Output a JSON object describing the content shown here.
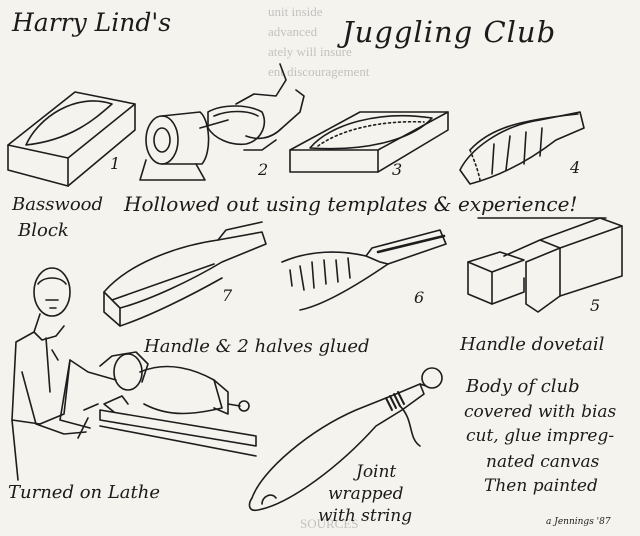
{
  "title": {
    "maker": "Harry Lind's",
    "subject": "Juggling Club"
  },
  "steps": {
    "s1": {
      "number": "1",
      "caption_line1": "Basswood",
      "caption_line2": "Block"
    },
    "s2": {
      "number": "2"
    },
    "s3": {
      "number": "3"
    },
    "s4": {
      "number": "4"
    },
    "hollowed": {
      "prefix": "Hollowed out using templates & ",
      "emphasis": "experience",
      "suffix": "!"
    },
    "s5": {
      "number": "5",
      "caption": "Handle dovetail"
    },
    "s6": {
      "number": "6"
    },
    "s7": {
      "number": "7",
      "caption": "Handle & 2 halves glued"
    },
    "lathe": {
      "caption": "Turned on Lathe"
    },
    "joint": {
      "line1": "Joint",
      "line2": "wrapped",
      "line3": "with string"
    },
    "body": {
      "line1": "Body of club",
      "line2": "covered with bias",
      "line3": "cut, glue impreg-",
      "line4": "nated canvas",
      "line5": "Then painted"
    }
  },
  "signature": "a Jennings '87",
  "bleed_through": [
    "unit inside",
    "advanced",
    "ately will insure",
    "ent discouragement",
    "SOURCES"
  ]
}
